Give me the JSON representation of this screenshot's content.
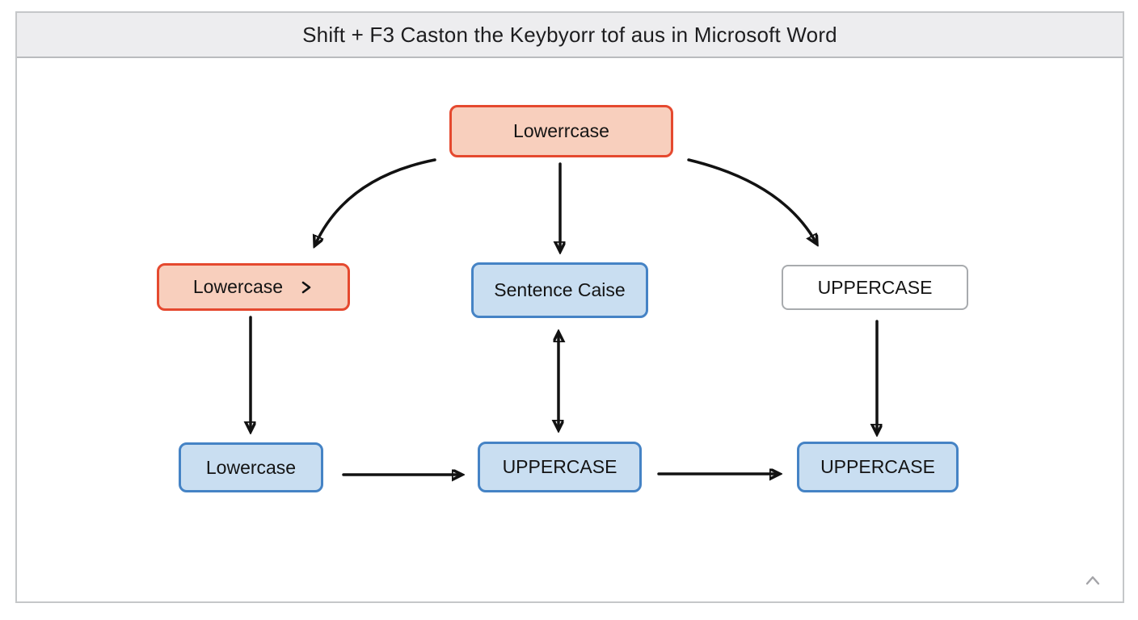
{
  "header": {
    "title": "Shift + F3 Caston the Keybyorr tof aus in Microsoft Word"
  },
  "diagram": {
    "nodes": {
      "top": {
        "label": "Lowerrcase",
        "style": "red"
      },
      "mid_left": {
        "label": "Lowercase",
        "style": "red",
        "trailing_icon": "chevron-right"
      },
      "mid_center": {
        "label": "Sentence Caise",
        "style": "blue"
      },
      "mid_right": {
        "label": "UPPERCASE",
        "style": "white"
      },
      "bot_left": {
        "label": "Lowercase",
        "style": "blue"
      },
      "bot_center": {
        "label": "UPPERCASE",
        "style": "blue"
      },
      "bot_right": {
        "label": "UPPERCASE",
        "style": "blue"
      }
    },
    "edges": [
      "top -> mid_left (curved)",
      "top -> mid_center",
      "top -> mid_right (curved)",
      "mid_left -> bot_left",
      "mid_center <-> bot_center (double)",
      "mid_right -> bot_right",
      "bot_left -> bot_center",
      "bot_center -> bot_right"
    ]
  },
  "icons": {
    "mid_left_trailing": "chevron-right",
    "scroll_to_top": "chevron-up"
  },
  "colors": {
    "red_fill": "#f8cfbd",
    "red_border": "#e5492f",
    "blue_fill": "#c9def1",
    "blue_border": "#4583c5",
    "white_fill": "#ffffff",
    "gray_border": "#a8abae",
    "arrow": "#121212",
    "header_bg": "#ededef",
    "frame_border": "#c5c7c9",
    "text": "#141414"
  }
}
